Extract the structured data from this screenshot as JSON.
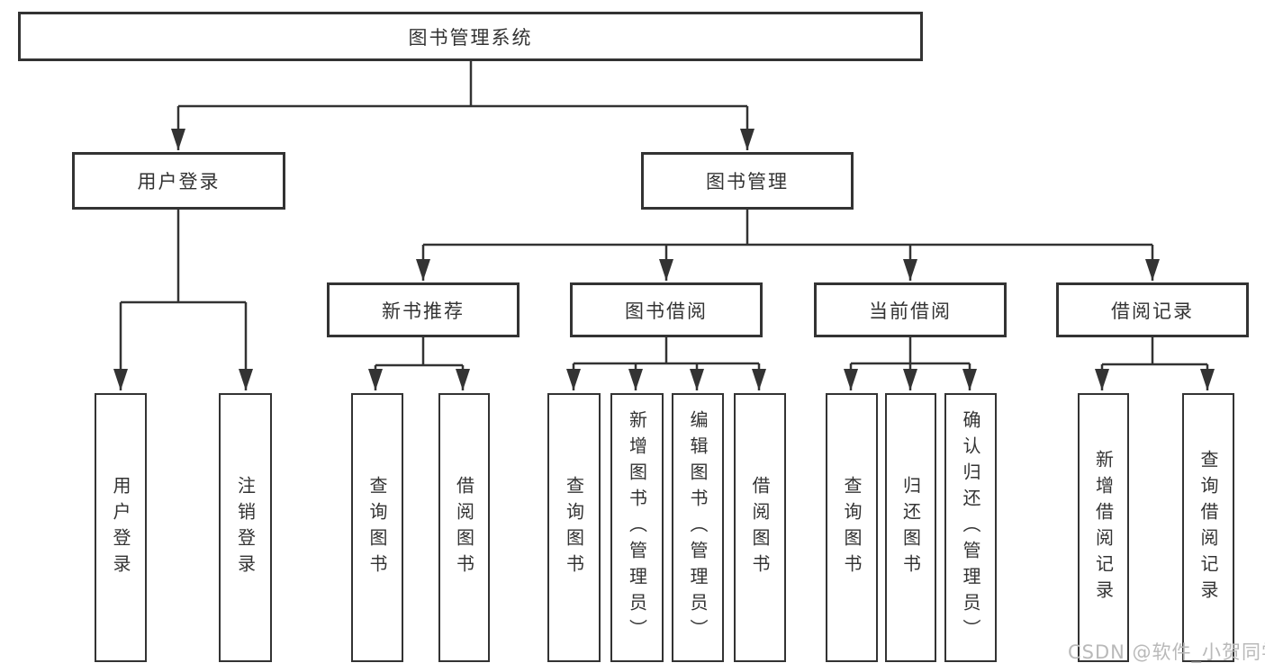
{
  "tree": {
    "root": {
      "label": "图书管理系统"
    },
    "branches": [
      {
        "label": "用户登录",
        "children": [
          {
            "label": "用户登录"
          },
          {
            "label": "注销登录"
          }
        ]
      },
      {
        "label": "图书管理",
        "children": [
          {
            "label": "新书推荐",
            "children": [
              {
                "label": "查询图书"
              },
              {
                "label": "借阅图书"
              }
            ]
          },
          {
            "label": "图书借阅",
            "children": [
              {
                "label": "查询图书"
              },
              {
                "label": "新增图书（管理员）"
              },
              {
                "label": "编辑图书（管理员）"
              },
              {
                "label": "借阅图书"
              }
            ]
          },
          {
            "label": "当前借阅",
            "children": [
              {
                "label": "查询图书"
              },
              {
                "label": "归还图书"
              },
              {
                "label": "确认归还（管理员）"
              }
            ]
          },
          {
            "label": "借阅记录",
            "children": [
              {
                "label": "新增借阅记录"
              },
              {
                "label": "查询借阅记录"
              }
            ]
          }
        ]
      }
    ]
  },
  "watermark": {
    "text": "CSDN @软件_小贺同学"
  },
  "colors": {
    "line": "#333333",
    "box_border": "#333333",
    "text": "#333333",
    "background": "#ffffff",
    "watermark": "#b9b9b9"
  }
}
